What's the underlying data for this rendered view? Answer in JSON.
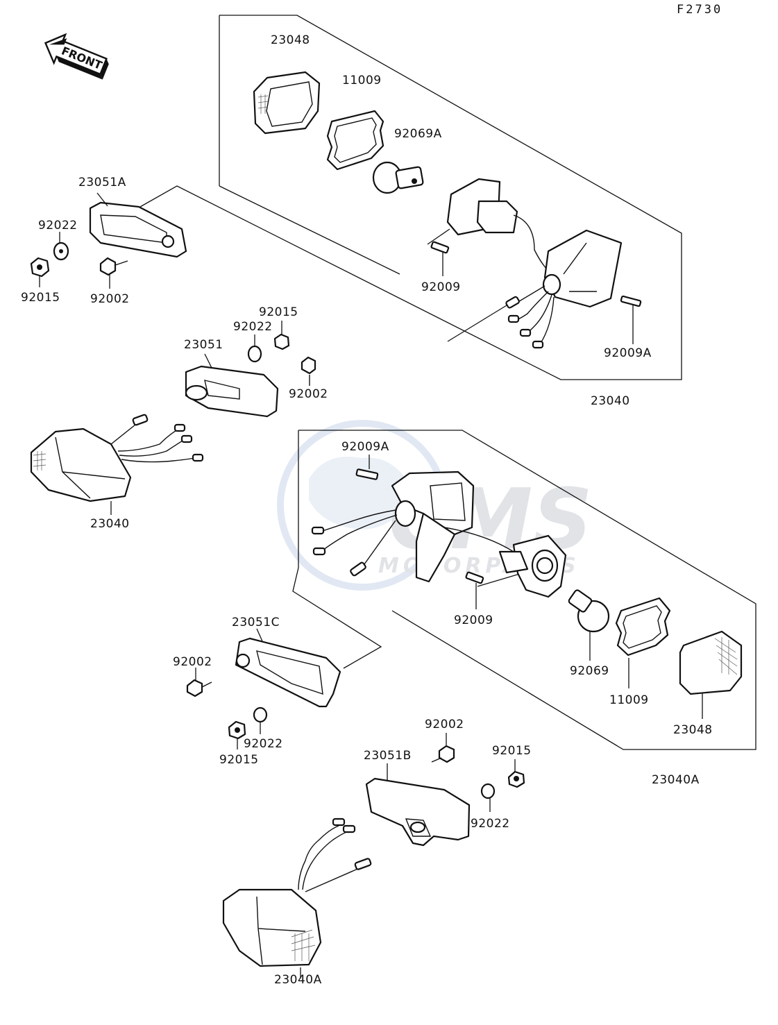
{
  "figure_id": "F2730",
  "front_label": "FRONT",
  "watermark": {
    "brand": "CMS",
    "sub": "MOTORPARTS"
  },
  "labels": {
    "upper_lens": "23048",
    "upper_gasket": "11009",
    "upper_bulb": "92069A",
    "upper_bracket_left": "23051A",
    "upper_washer_left": "92022",
    "upper_nut_left": "92015",
    "upper_bolt_left": "92002",
    "upper_screw_mid": "92009",
    "upper_screw_right": "92009A",
    "upper_assembly": "23040",
    "mid_nut": "92015",
    "mid_washer": "92022",
    "mid_bracket": "23051",
    "mid_bolt": "92002",
    "left_signal": "23040",
    "lower_screw_top": "92009A",
    "lower_screw_mid": "92009",
    "lower_bulb": "92069",
    "lower_gasket": "11009",
    "lower_lens": "23048",
    "lower_assembly": "23040A",
    "lower_bracket_c": "23051C",
    "lower_bolt_left": "92002",
    "lower_washer_left": "92022",
    "lower_nut_left": "92015",
    "lower_bolt_right": "92002",
    "lower_nut_right": "92015",
    "lower_bracket_b": "23051B",
    "lower_washer_right": "92022",
    "bottom_signal": "23040A"
  }
}
